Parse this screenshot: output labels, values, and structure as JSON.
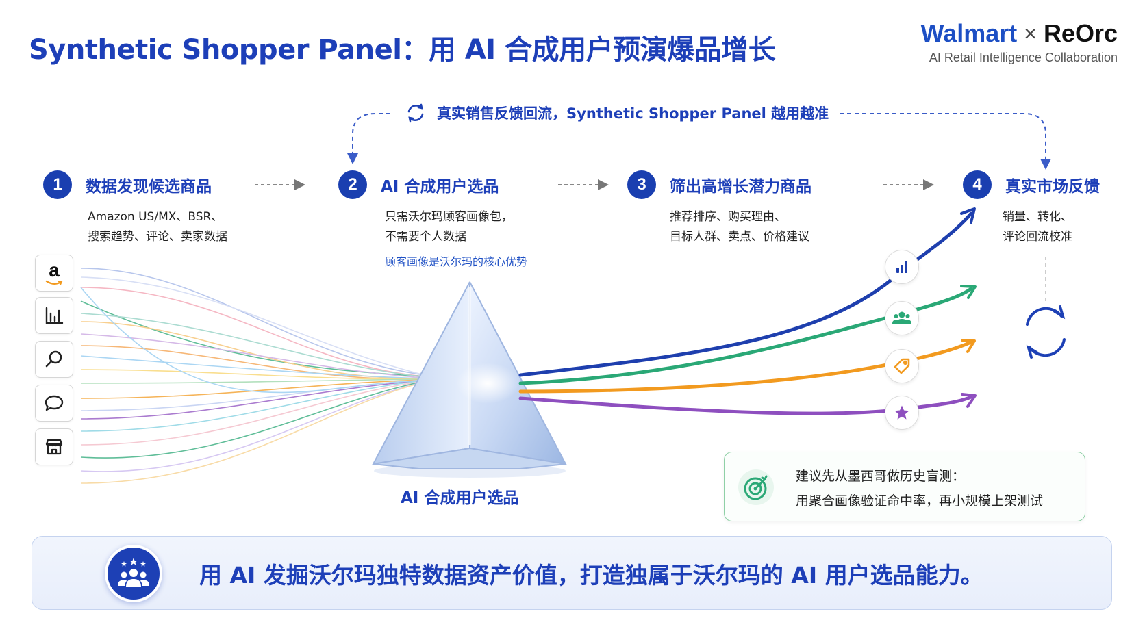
{
  "header": {
    "title": "Synthetic Shopper Panel：用 AI 合成用户预演爆品增长",
    "brand_primary": "Walmart",
    "brand_separator": "×",
    "brand_secondary": "ReOrc",
    "brand_subtitle": "AI Retail Intelligence Collaboration"
  },
  "feedback_loop": {
    "label": "真实销售反馈回流，Synthetic Shopper Panel 越用越准",
    "icon": "refresh-icon"
  },
  "steps": [
    {
      "number": "1",
      "title": "数据发现候选商品",
      "lines": [
        "Amazon US/MX、BSR、",
        "搜索趋势、评论、卖家数据"
      ],
      "note": ""
    },
    {
      "number": "2",
      "title": "AI 合成用户选品",
      "lines": [
        "只需沃尔玛顾客画像包，",
        "不需要个人数据"
      ],
      "note": "顾客画像是沃尔玛的核心优势"
    },
    {
      "number": "3",
      "title": "筛出高增长潜力商品",
      "lines": [
        "推荐排序、购买理由、",
        "目标人群、卖点、价格建议"
      ],
      "note": ""
    },
    {
      "number": "4",
      "title": "真实市场反馈",
      "lines": [
        "销量、转化、",
        "评论回流校准"
      ],
      "note": ""
    }
  ],
  "sources": {
    "amazon_letter": "a",
    "icons": [
      "amazon-icon",
      "bar-chart-icon",
      "search-icon",
      "chat-bubble-icon",
      "store-icon"
    ]
  },
  "prism": {
    "label": "AI 合成用户选品"
  },
  "outputs": {
    "icons": [
      "bar-chart-icon",
      "users-icon",
      "price-tag-icon",
      "star-icon"
    ],
    "colors": [
      "#1e3fae",
      "#2aa876",
      "#f29a1f",
      "#8e4fbf"
    ]
  },
  "tip": {
    "line1": "建议先从墨西哥做历史盲测：",
    "line2": "用聚合画像验证命中率，再小规模上架测试"
  },
  "banner": {
    "text": "用 AI 发掘沃尔玛独特数据资产价值，打造独属于沃尔玛的 AI 用户选品能力。"
  },
  "colors": {
    "brand_blue": "#1d3fb8",
    "step_circle": "#1a3fb0",
    "tip_border": "#8fd0a6"
  }
}
